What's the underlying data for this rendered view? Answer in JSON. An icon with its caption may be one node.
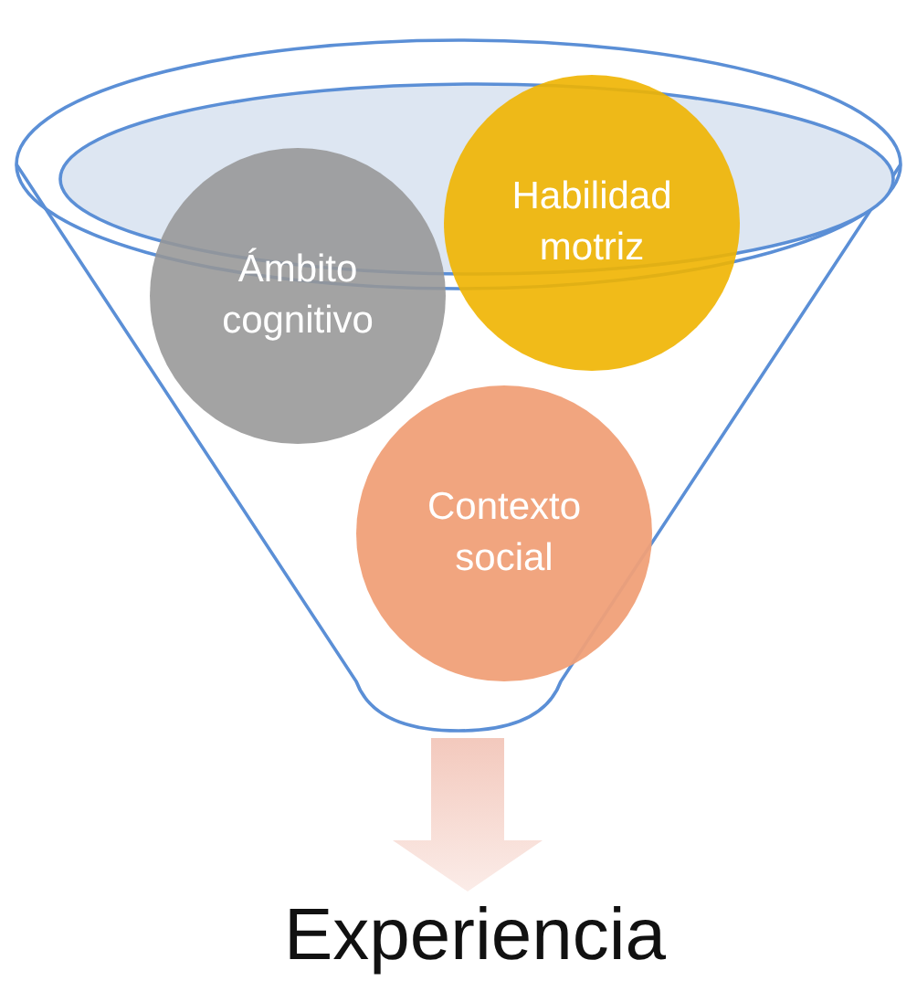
{
  "diagram": {
    "nodes": [
      {
        "text": [],
        "shape": "funnel"
      },
      {
        "text": [
          "Ámbito cognitivo"
        ],
        "in": 0
      },
      {
        "text": [
          "Habilidad motriz"
        ],
        "in": 0
      },
      {
        "text": [
          "Contexto social"
        ],
        "in": 0
      },
      {
        "text": [
          "Experiencia"
        ]
      }
    ],
    "edges": [
      {
        "from": 0,
        "to": 4,
        "arrow": "to"
      }
    ]
  }
}
